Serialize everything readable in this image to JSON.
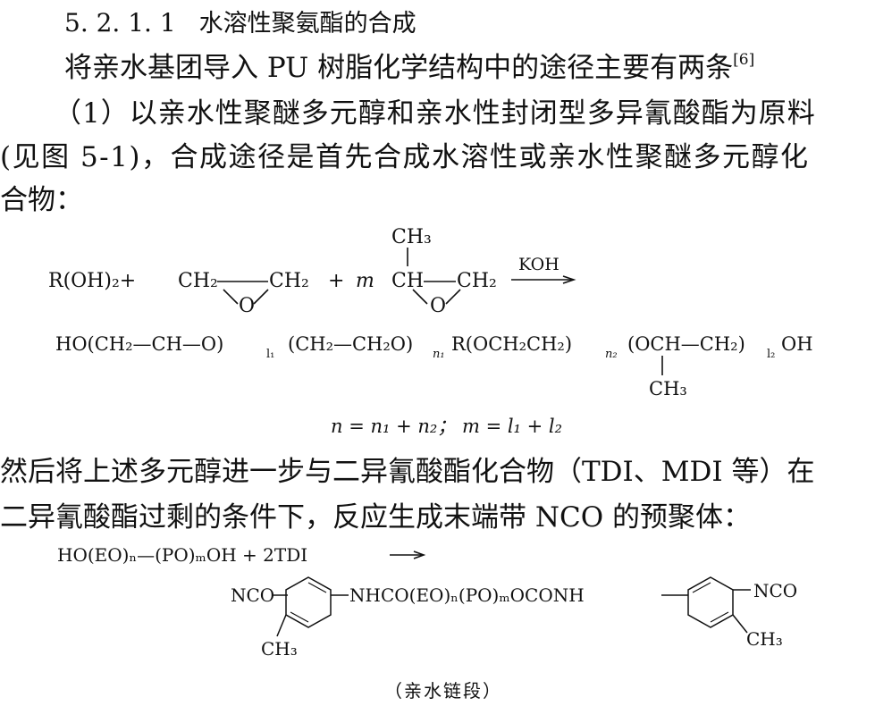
{
  "heading": {
    "number": "5. 2. 1. 1",
    "title": "水溶性聚氨酯的合成"
  },
  "paragraph1": {
    "text": "将亲水基团导入 PU 树脂化学结构中的途径主要有两条",
    "ref": "[6]"
  },
  "paragraph2": {
    "line1": "（1）以亲水性聚醚多元醇和亲水性封闭型多异氰酸酯为原料",
    "line2": "(见图 5-1)，合成途径是首先合成水溶性或亲水性聚醚多元醇化",
    "line3": "合物："
  },
  "reaction1": {
    "reactant1": "R(OH)₂+",
    "ch2_a": "CH₂",
    "ch2_b": "CH₂",
    "o_a": "O",
    "plus": "+",
    "m": "m",
    "ch3_top": "CH₃",
    "ch": "CH",
    "ch2_c": "CH₂",
    "o_b": "O",
    "catalyst": "KOH"
  },
  "product1": {
    "seg1": "HO(CH₂—CH—O)",
    "sub_l1": "l₁",
    "seg2": "(CH₂—CH₂O)",
    "sub_n1": "n₁",
    "seg3": "R(OCH₂CH₂)",
    "sub_n2": "n₂",
    "seg4": "(OCH—CH₂)",
    "sub_l2": "l₂",
    "seg5": "OH",
    "ch3": "CH₃"
  },
  "relation": "n = n₁ + n₂；  m = l₁ + l₂",
  "paragraph3": {
    "line1": "然后将上述多元醇进一步与二异氰酸酯化合物（TDI、MDI 等）在",
    "line2": "二异氰酸酯过剩的条件下，反应生成末端带 NCO 的预聚体："
  },
  "reaction2": {
    "left": "HO(EO)ₙ—(PO)ₘOH + 2TDI",
    "nco_left": "NCO",
    "chain": "NHCO(EO)ₙ(PO)ₘOCONH",
    "nco_right": "NCO",
    "ch3_left": "CH₃",
    "ch3_right": "CH₃"
  },
  "caption": "（亲水链段）"
}
